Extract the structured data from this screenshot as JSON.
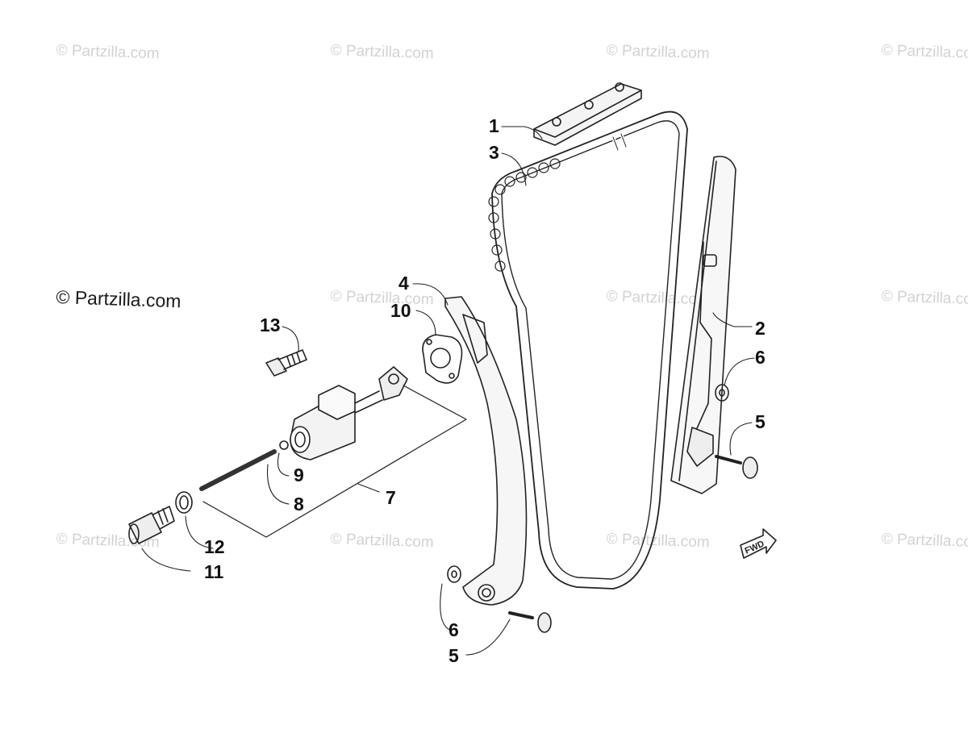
{
  "watermark": "© Partzilla.com",
  "fwd_label": "FWD",
  "callouts": [
    {
      "id": "c1",
      "label": "1"
    },
    {
      "id": "c3",
      "label": "3"
    },
    {
      "id": "c4",
      "label": "4"
    },
    {
      "id": "c10",
      "label": "10"
    },
    {
      "id": "c13",
      "label": "13"
    },
    {
      "id": "c2",
      "label": "2"
    },
    {
      "id": "c6a",
      "label": "6"
    },
    {
      "id": "c5a",
      "label": "5"
    },
    {
      "id": "c9",
      "label": "9"
    },
    {
      "id": "c8",
      "label": "8"
    },
    {
      "id": "c7",
      "label": "7"
    },
    {
      "id": "c12",
      "label": "12"
    },
    {
      "id": "c11",
      "label": "11"
    },
    {
      "id": "c6b",
      "label": "6"
    },
    {
      "id": "c5b",
      "label": "5"
    }
  ]
}
